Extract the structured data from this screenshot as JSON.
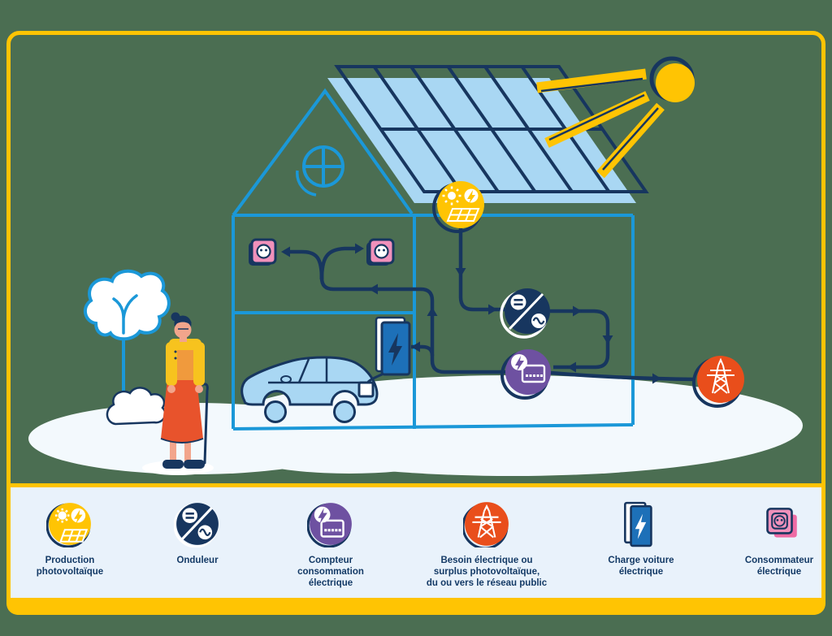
{
  "legend": {
    "items": [
      {
        "icon": "solar-production-icon",
        "label": "Production\nphotovoltaïque"
      },
      {
        "icon": "inverter-icon",
        "label": "Onduleur"
      },
      {
        "icon": "consumption-meter-icon",
        "label": "Compteur\nconsommation\nélectrique"
      },
      {
        "icon": "power-grid-pylon-icon",
        "label": "Besoin électrique ou\nsurplus photovoltaïque,\ndu ou vers le réseau public"
      },
      {
        "icon": "ev-charging-icon",
        "label": "Charge voiture\nélectrique"
      },
      {
        "icon": "electrical-consumer-icon",
        "label": "Consommateur\nélectrique"
      }
    ]
  },
  "scene": {
    "icons": [
      "sun-icon",
      "solar-panel-roof",
      "pv-production-badge",
      "inverter-badge",
      "consumption-meter-badge",
      "grid-pylon-badge",
      "wall-socket-icon",
      "ev-charger-icon",
      "electric-car",
      "tree",
      "person-with-cane"
    ]
  },
  "colors": {
    "background_green": "#4b6e52",
    "accent_yellow": "#ffc403",
    "navy": "#17365f",
    "house_blue": "#1b98d8",
    "light_blue": "#a9d7f3",
    "charger_blue": "#1d70b8",
    "purple": "#6e51a1",
    "orange_red": "#e94e1b",
    "pink": "#f191bb",
    "legend_background": "#e9f2fb",
    "text_navy": "#143a66"
  }
}
